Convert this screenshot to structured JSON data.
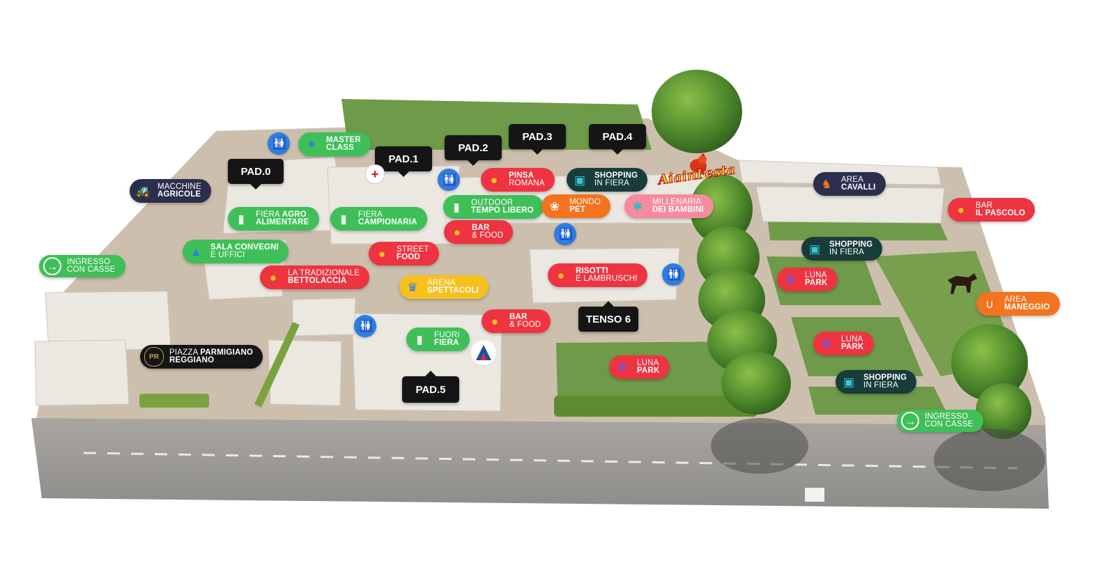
{
  "map": {
    "title_logo": "AiainFesta",
    "colors": {
      "grass": "#6f9a49",
      "ground": "#c9b9a4",
      "road": "#9a9a9a",
      "building": "#e9e5df",
      "tree": "#4f8a2c"
    },
    "pavilions": [
      {
        "id": "pad0",
        "label": "PAD.0"
      },
      {
        "id": "pad1",
        "label": "PAD.1"
      },
      {
        "id": "pad2",
        "label": "PAD.2"
      },
      {
        "id": "pad3",
        "label": "PAD.3"
      },
      {
        "id": "pad4",
        "label": "PAD.4"
      },
      {
        "id": "pad5",
        "label": "PAD.5"
      },
      {
        "id": "tenso6",
        "label": "TENSO 6"
      }
    ],
    "labels": {
      "master_class": {
        "l1": "MASTER",
        "l2": "CLASS",
        "icon": "gear-icon"
      },
      "macchine_agricole": {
        "l1": "MACCHINE",
        "l2": "AGRICOLE",
        "icon": "tractor-icon"
      },
      "fiera_agro": {
        "l1": "FIERA",
        "l1b": "AGRO",
        "l2": "ALIMENTARE",
        "icon": "wheat-icon"
      },
      "fiera_campionaria": {
        "l1": "FIERA",
        "l2": "CAMPIONARIA",
        "icon": "wheat-icon"
      },
      "sala_convegni": {
        "l1": "SALA CONVEGNI",
        "l2": "E UFFICI",
        "icon": "people-icon"
      },
      "ingresso_left": {
        "l1": "INGRESSO",
        "l2": "CON CASSE",
        "icon": "entrance-arrow-icon"
      },
      "tradizionale": {
        "l1": "LA TRADIZIONALE",
        "l2": "BETTOLACCIA",
        "icon": "food-icon"
      },
      "street_food": {
        "l1": "STREET",
        "l2": "FOOD",
        "icon": "food-icon"
      },
      "arena": {
        "l1": "ARENA",
        "l2": "SPETTACOLI",
        "icon": "audience-icon"
      },
      "outdoor": {
        "l1": "OUTDOOR",
        "l2": "TEMPO LIBERO",
        "icon": "wheat-icon"
      },
      "bar_food_1": {
        "l1": "BAR",
        "l2": "& FOOD",
        "icon": "food-icon"
      },
      "pinsa": {
        "l1": "PINSA",
        "l2": "ROMANA",
        "icon": "food-icon"
      },
      "shopping_1": {
        "l1": "SHOPPING",
        "l2": "IN FIERA",
        "icon": "shopping-icon"
      },
      "mondo_pet": {
        "l1": "MONDO",
        "l2": "PET",
        "icon": "paw-icon"
      },
      "millenaria": {
        "l1": "MILLENARIA",
        "l2": "DEI BAMBINI",
        "icon": "child-icon"
      },
      "risotti": {
        "l1": "RISOTTI",
        "l2": "E LAMBRUSCHI",
        "icon": "food-icon"
      },
      "bar_food_2": {
        "l1": "BAR",
        "l2": "& FOOD",
        "icon": "food-icon"
      },
      "fuori_fiera": {
        "l1": "FUORI",
        "l2": "FIERA",
        "icon": "wheat-icon"
      },
      "piazza": {
        "l1": "PIAZZA",
        "l1b": "PARMIGIANO",
        "l2": "REGGIANO",
        "icon": "pr-logo-icon"
      },
      "area_cavalli": {
        "l1": "AREA",
        "l2": "CAVALLI",
        "icon": "horse-icon"
      },
      "bar_pascolo": {
        "l1": "BAR",
        "l2": "IL PASCOLO",
        "icon": "food-icon"
      },
      "shopping_2": {
        "l1": "SHOPPING",
        "l2": "IN FIERA",
        "icon": "shopping-icon"
      },
      "luna_1": {
        "l1": "LUNA",
        "l2": "PARK",
        "icon": "ferris-wheel-icon"
      },
      "luna_2": {
        "l1": "LUNA",
        "l2": "PARK",
        "icon": "ferris-wheel-icon"
      },
      "luna_3": {
        "l1": "LUNA",
        "l2": "PARK",
        "icon": "ferris-wheel-icon"
      },
      "area_maneggio": {
        "l1": "AREA",
        "l2": "MANEGGIO",
        "icon": "horseshoe-icon"
      },
      "shopping_3": {
        "l1": "SHOPPING",
        "l2": "IN FIERA",
        "icon": "shopping-icon"
      },
      "ingresso_right": {
        "l1": "INGRESSO",
        "l2": "CON CASSE",
        "icon": "entrance-arrow-icon"
      }
    },
    "restroom_icon": "restroom-icon",
    "first_aid_icon": "red-cross-icon",
    "fuel_icon": "fuel-station-icon"
  }
}
